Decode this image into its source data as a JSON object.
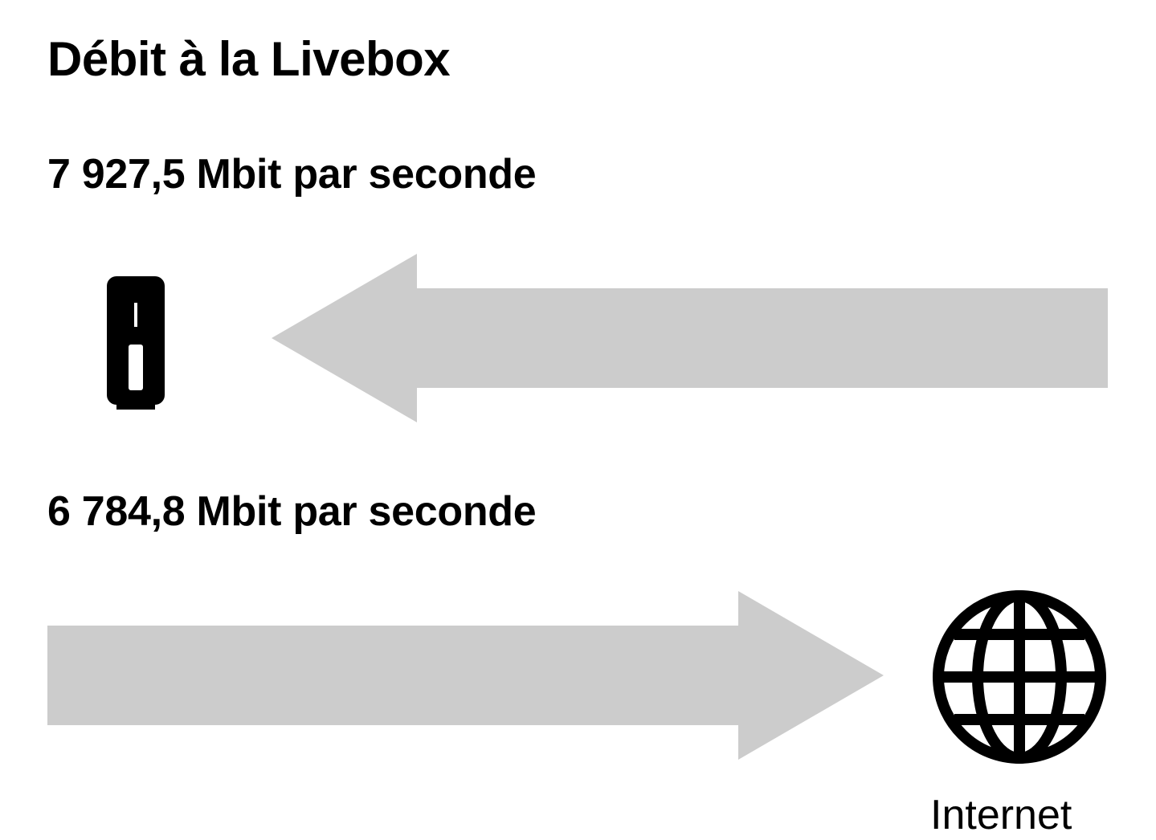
{
  "page": {
    "title": "Débit à la Livebox"
  },
  "download": {
    "rate_label": "7 927,5 Mbit par seconde",
    "direction": "internet-to-livebox",
    "arrow_icon": "arrow-left-icon"
  },
  "upload": {
    "rate_label": "6 784,8 Mbit par seconde",
    "direction": "livebox-to-internet",
    "arrow_icon": "arrow-right-icon"
  },
  "devices": {
    "livebox_icon": "livebox-router-icon",
    "internet_icon": "globe-icon",
    "internet_label": "Internet"
  },
  "colors": {
    "arrow": "#cccccc",
    "icon": "#000000",
    "text": "#000000",
    "background": "#ffffff"
  }
}
